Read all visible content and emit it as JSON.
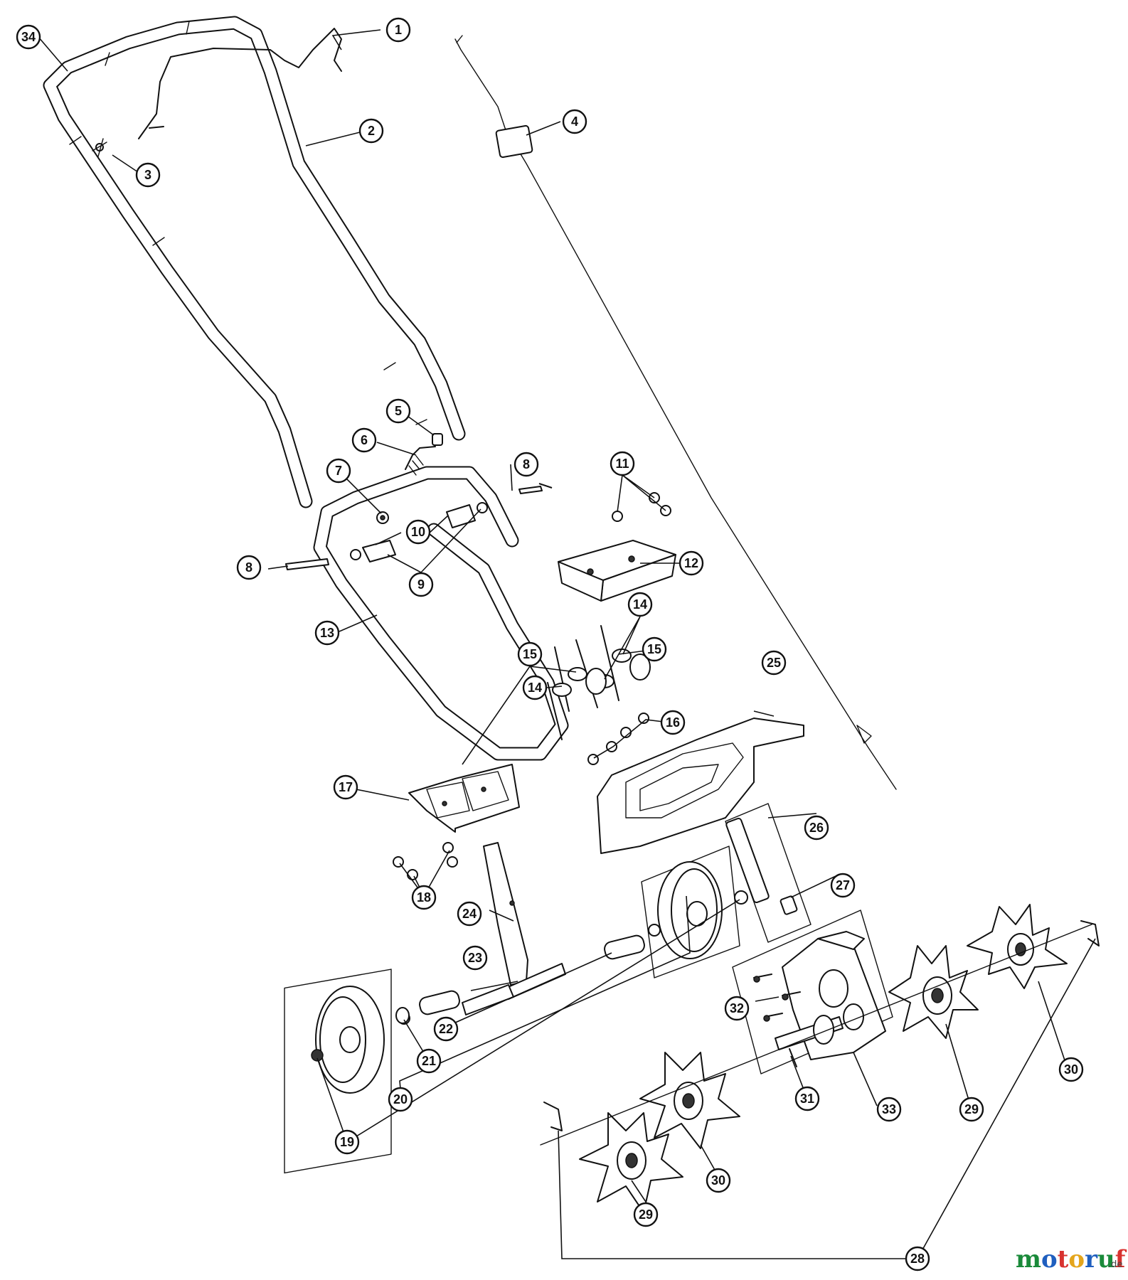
{
  "callouts": [
    {
      "id": "c1",
      "label": "1"
    },
    {
      "id": "c2",
      "label": "2"
    },
    {
      "id": "c3",
      "label": "3"
    },
    {
      "id": "c4",
      "label": "4"
    },
    {
      "id": "c5",
      "label": "5"
    },
    {
      "id": "c6",
      "label": "6"
    },
    {
      "id": "c7",
      "label": "7"
    },
    {
      "id": "c8a",
      "label": "8"
    },
    {
      "id": "c8b",
      "label": "8"
    },
    {
      "id": "c9",
      "label": "9"
    },
    {
      "id": "c10",
      "label": "10"
    },
    {
      "id": "c11",
      "label": "11"
    },
    {
      "id": "c12",
      "label": "12"
    },
    {
      "id": "c13",
      "label": "13"
    },
    {
      "id": "c14a",
      "label": "14"
    },
    {
      "id": "c14b",
      "label": "14"
    },
    {
      "id": "c15a",
      "label": "15"
    },
    {
      "id": "c15b",
      "label": "15"
    },
    {
      "id": "c16",
      "label": "16"
    },
    {
      "id": "c17",
      "label": "17"
    },
    {
      "id": "c18",
      "label": "18"
    },
    {
      "id": "c19",
      "label": "19"
    },
    {
      "id": "c20",
      "label": "20"
    },
    {
      "id": "c21",
      "label": "21"
    },
    {
      "id": "c22",
      "label": "22"
    },
    {
      "id": "c23",
      "label": "23"
    },
    {
      "id": "c24",
      "label": "24"
    },
    {
      "id": "c25",
      "label": "25"
    },
    {
      "id": "c26",
      "label": "26"
    },
    {
      "id": "c27",
      "label": "27"
    },
    {
      "id": "c28",
      "label": "28"
    },
    {
      "id": "c29a",
      "label": "29"
    },
    {
      "id": "c29b",
      "label": "29"
    },
    {
      "id": "c30a",
      "label": "30"
    },
    {
      "id": "c30b",
      "label": "30"
    },
    {
      "id": "c31",
      "label": "31"
    },
    {
      "id": "c32",
      "label": "32"
    },
    {
      "id": "c33",
      "label": "33"
    },
    {
      "id": "c34",
      "label": "34"
    }
  ],
  "watermark": {
    "letters": [
      "m",
      "o",
      "t",
      "o",
      "r",
      "u",
      "f"
    ],
    "letter_colors": [
      "#1a8a3a",
      "#1f5fbf",
      "#d8322f",
      "#e4a51c",
      "#1f5fbf",
      "#1a8a3a",
      "#d8322f"
    ],
    "suffix": ".de"
  }
}
